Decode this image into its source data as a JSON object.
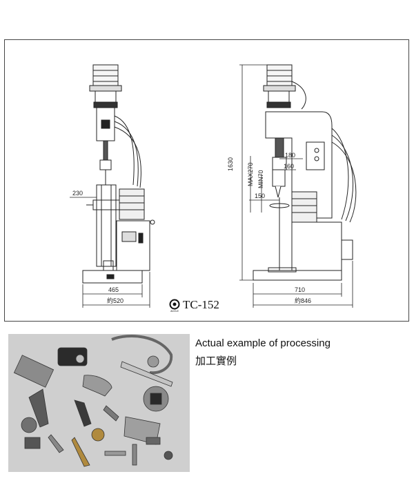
{
  "model": "TC-152",
  "logo_text": "ADOLE",
  "dimensions": {
    "front_width": "465",
    "front_overall": "約520",
    "front_offset": "230",
    "side_width": "710",
    "side_overall": "約846",
    "height": "1630",
    "max_stroke": "MAX270",
    "min_stroke": "MIN70",
    "d180": "180",
    "d160": "160",
    "d150": "150"
  },
  "captions": {
    "en": "Actual example of processing",
    "zh": "加工實例"
  },
  "colors": {
    "line": "#222222",
    "photo_bg": "#cfcfcf"
  }
}
